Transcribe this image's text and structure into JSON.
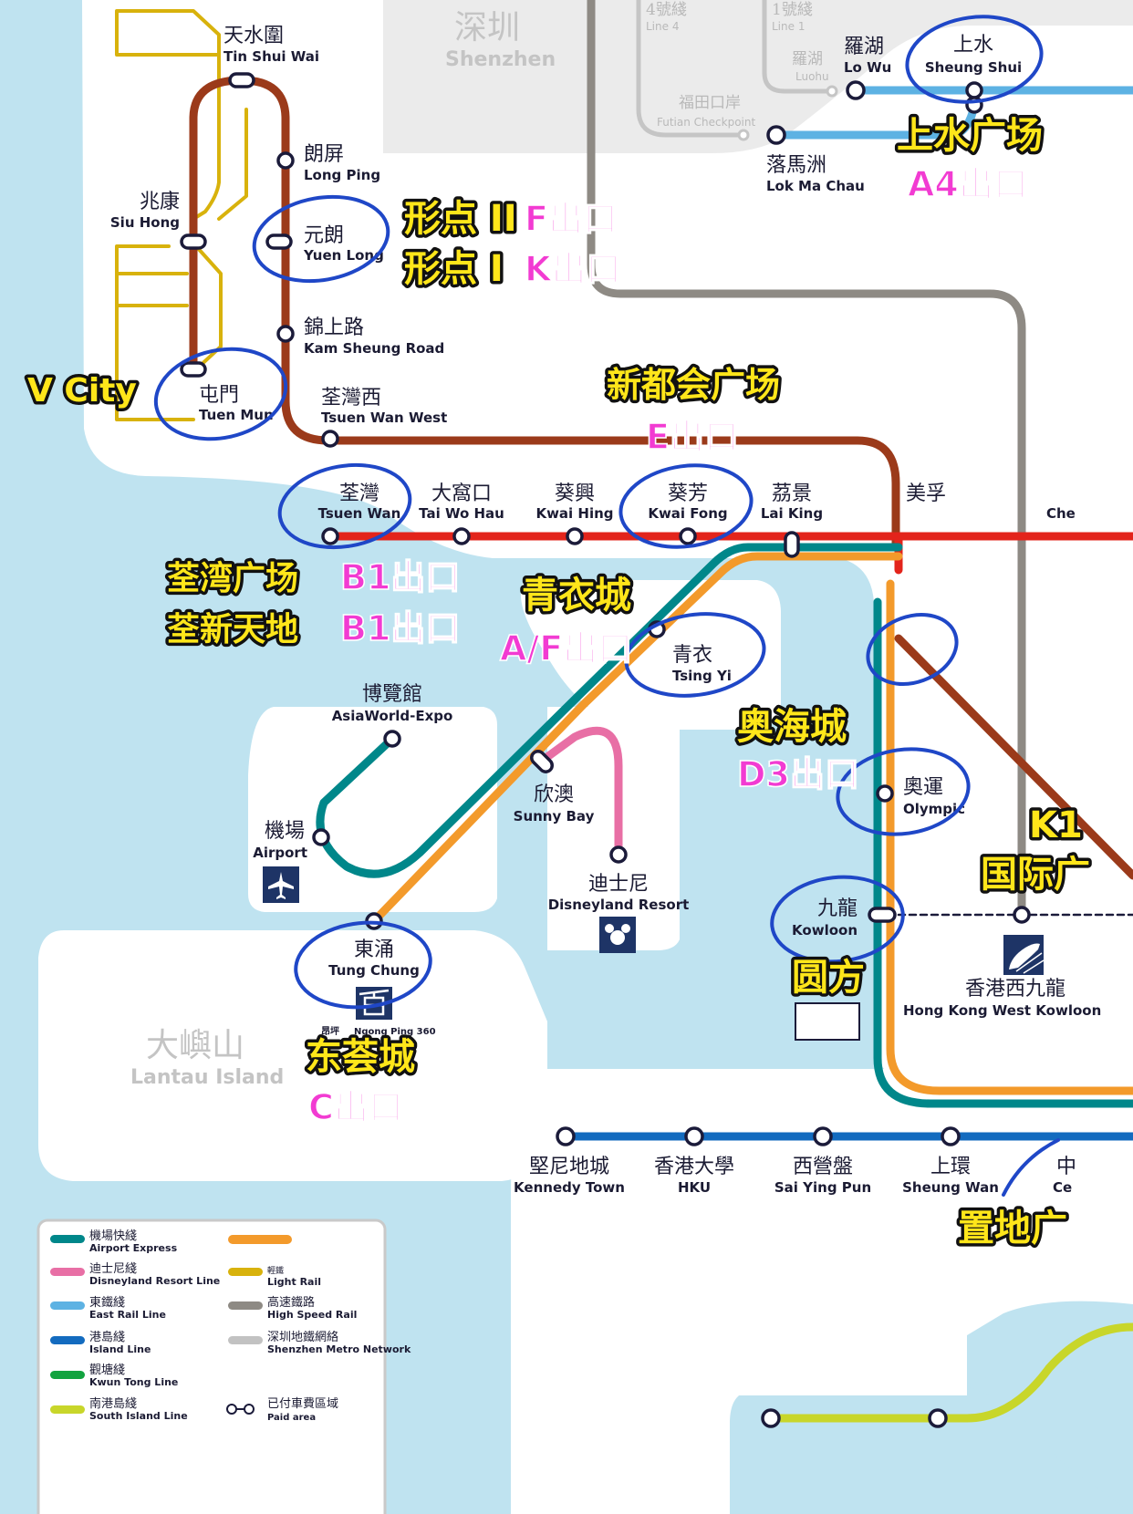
{
  "regions": {
    "shenzhen_zh": "深圳",
    "shenzhen_en": "Shenzhen",
    "lantau_zh": "大嶼山",
    "lantau_en": "Lantau Island"
  },
  "shenzhen_lines": {
    "line4_zh": "4號綫",
    "line4_en": "Line 4",
    "line1_zh": "1號綫",
    "line1_en": "Line 1",
    "luohu_zh": "羅湖",
    "luohu_en": "Luohu",
    "futian_zh": "福田口岸",
    "futian_en": "Futian Checkpoint"
  },
  "stations": {
    "tin_shui_wai": {
      "zh": "天水圍",
      "en": "Tin Shui Wai"
    },
    "long_ping": {
      "zh": "朗屏",
      "en": "Long Ping"
    },
    "siu_hong": {
      "zh": "兆康",
      "en": "Siu Hong"
    },
    "yuen_long": {
      "zh": "元朗",
      "en": "Yuen Long"
    },
    "kam_sheung_road": {
      "zh": "錦上路",
      "en": "Kam Sheung Road"
    },
    "tuen_mun": {
      "zh": "屯門",
      "en": "Tuen Mun"
    },
    "tsuen_wan_west": {
      "zh": "荃灣西",
      "en": "Tsuen Wan West"
    },
    "tsuen_wan": {
      "zh": "荃灣",
      "en": "Tsuen Wan"
    },
    "tai_wo_hau": {
      "zh": "大窩口",
      "en": "Tai Wo Hau"
    },
    "kwai_hing": {
      "zh": "葵興",
      "en": "Kwai Hing"
    },
    "kwai_fong": {
      "zh": "葵芳",
      "en": "Kwai Fong"
    },
    "lai_king": {
      "zh": "茘景",
      "en": "Lai King"
    },
    "mei_foo": {
      "zh": "美孚"
    },
    "cheung_sha_wan": {
      "en": "Che"
    },
    "tsing_yi": {
      "zh": "青衣",
      "en": "Tsing Yi"
    },
    "asiaworld_expo": {
      "zh": "博覽館",
      "en": "AsiaWorld-Expo"
    },
    "airport": {
      "zh": "機場",
      "en": "Airport"
    },
    "sunny_bay": {
      "zh": "欣澳",
      "en": "Sunny Bay"
    },
    "disneyland": {
      "zh": "迪士尼",
      "en": "Disneyland Resort"
    },
    "tung_chung": {
      "zh": "東涌",
      "en": "Tung Chung"
    },
    "ngong_ping": {
      "zh": "昂坪",
      "en": "Ngong Ping 360"
    },
    "olympic": {
      "zh": "奧運",
      "en": "Olympic"
    },
    "kowloon": {
      "zh": "九龍",
      "en": "Kowloon"
    },
    "west_kowloon": {
      "zh": "香港西九龍",
      "en": "Hong Kong West Kowloon"
    },
    "lo_wu": {
      "zh": "羅湖",
      "en": "Lo Wu"
    },
    "sheung_shui": {
      "zh": "上水",
      "en": "Sheung Shui"
    },
    "lok_ma_chau": {
      "zh": "落馬洲",
      "en": "Lok Ma Chau"
    },
    "kennedy_town": {
      "zh": "堅尼地城",
      "en": "Kennedy Town"
    },
    "hku": {
      "zh": "香港大學",
      "en": "HKU"
    },
    "sai_ying_pun": {
      "zh": "西營盤",
      "en": "Sai Ying Pun"
    },
    "sheung_wan": {
      "zh": "上環",
      "en": "Sheung Wan"
    },
    "central": {
      "zh": "中",
      "en": "Ce"
    }
  },
  "annotations": {
    "yoho_2": "形点 II",
    "yoho_2_exit": "F出口",
    "yoho_1": "形点 I",
    "yoho_1_exit": "K出口",
    "v_city": "V City",
    "metroplaza": "新都会广场",
    "metroplaza_exit": "E出口",
    "tsuen_wan_plaza": "荃湾广场",
    "tsuen_wan_plaza_exit": "B1出口",
    "citywalk": "荃新天地",
    "citywalk_exit": "B1出口",
    "maritime_square": "青衣城",
    "maritime_square_exit": "A/F出口",
    "olympian_city": "奥海城",
    "olympian_city_exit": "D3出口",
    "icc_exit": "K1",
    "icc": "国际广",
    "elements": "圆方",
    "citygate": "东荟城",
    "citygate_exit": "C出口",
    "landmark_north": "上水广场",
    "landmark_north_exit": "A4出口",
    "landmark": "置地广"
  },
  "legend": [
    {
      "zh": "機場快綫",
      "en": "Airport Express",
      "color": "#00878a"
    },
    {
      "zh": "迪士尼綫",
      "en": "Disneyland Resort Line",
      "color": "#e86fa5"
    },
    {
      "zh": "東鐵綫",
      "en": "East Rail Line",
      "color": "#5db2e3"
    },
    {
      "zh": "港島綫",
      "en": "Island Line",
      "color": "#136bbf"
    },
    {
      "zh": "觀塘綫",
      "en": "Kwun Tong Line",
      "color": "#12a33f"
    },
    {
      "zh": "南港島綫",
      "en": "South Island Line",
      "color": "#c8d62a"
    },
    {
      "zh": "",
      "en": "",
      "color": "#f39a2b"
    },
    {
      "zh": "輕鐵",
      "en": "Light Rail",
      "color": "#d8b20c"
    },
    {
      "zh": "高速鐵路",
      "en": "High Speed Rail",
      "color": "#8e8a84"
    },
    {
      "zh": "深圳地鐵網絡",
      "en": "Shenzhen Metro Network",
      "color": "#c2c2c2"
    },
    {
      "zh": "已付車費區域",
      "en": "Paid area",
      "color": "#1b1b3a"
    }
  ],
  "colors": {
    "water": "#bfe3f0",
    "land": "#ffffff",
    "shenzhen": "#ebebeb",
    "tuen_ma": "#9b3a1a",
    "tsuen_wan_line": "#e3241b",
    "tung_chung": "#f39a2b",
    "airport_express": "#00878a",
    "annotation_yellow": "#ffe61a",
    "annotation_magenta": "#f23bd2",
    "marker_circle": "#1f47c7"
  }
}
